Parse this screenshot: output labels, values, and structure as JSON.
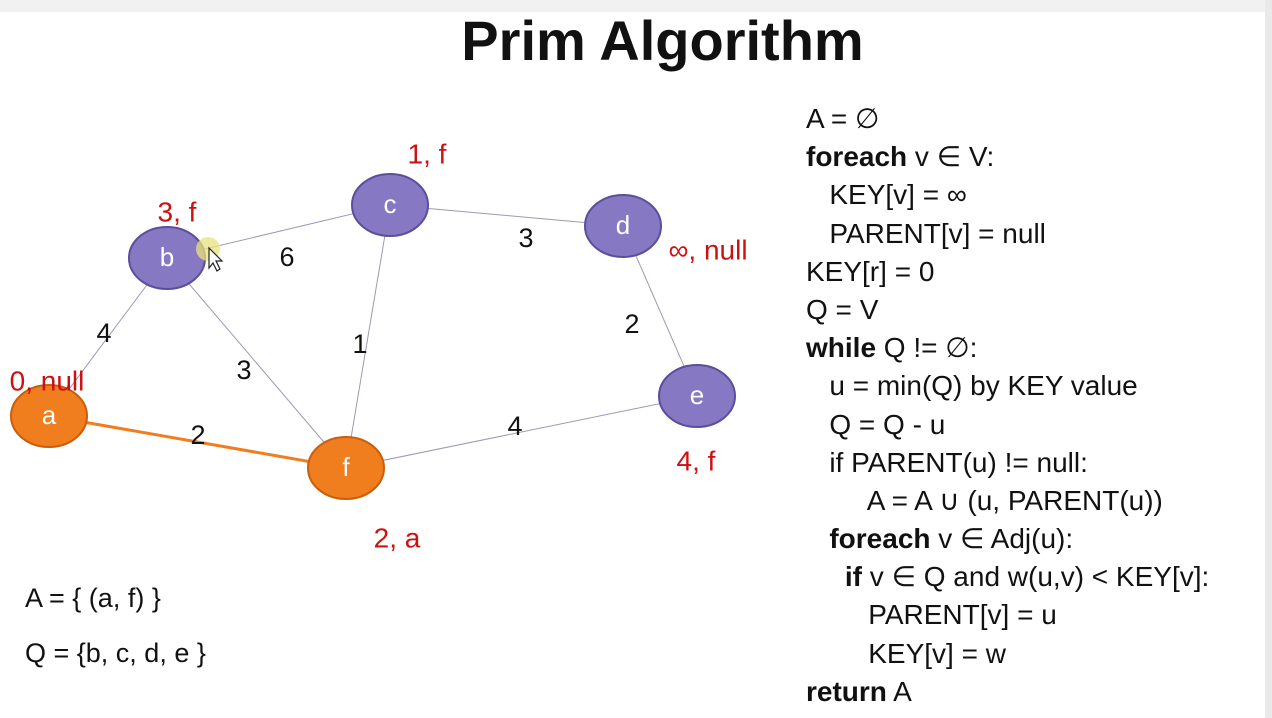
{
  "title": "Prim Algorithm",
  "colors": {
    "tree_node": "#f07d1e",
    "queue_node": "#8678c3",
    "key_text": "#cc1111",
    "tree_edge": "#f07d1e"
  },
  "nodes": [
    {
      "id": "a",
      "label": "a",
      "key": "0, null",
      "in_tree": true
    },
    {
      "id": "b",
      "label": "b",
      "key": "3, f",
      "in_tree": false
    },
    {
      "id": "c",
      "label": "c",
      "key": "1, f",
      "in_tree": false
    },
    {
      "id": "d",
      "label": "d",
      "key": "∞, null",
      "in_tree": false
    },
    {
      "id": "e",
      "label": "e",
      "key": "4, f",
      "in_tree": false
    },
    {
      "id": "f",
      "label": "f",
      "key": "2, a",
      "in_tree": true
    }
  ],
  "edges": [
    {
      "from": "a",
      "to": "b",
      "weight": "4",
      "in_tree": false
    },
    {
      "from": "a",
      "to": "f",
      "weight": "2",
      "in_tree": true
    },
    {
      "from": "b",
      "to": "c",
      "weight": "6",
      "in_tree": false
    },
    {
      "from": "b",
      "to": "f",
      "weight": "3",
      "in_tree": false
    },
    {
      "from": "c",
      "to": "f",
      "weight": "1",
      "in_tree": false
    },
    {
      "from": "c",
      "to": "d",
      "weight": "3",
      "in_tree": false
    },
    {
      "from": "d",
      "to": "e",
      "weight": "2",
      "in_tree": false
    },
    {
      "from": "f",
      "to": "e",
      "weight": "4",
      "in_tree": false
    }
  ],
  "sets": {
    "A": "A = { (a, f)  }",
    "Q": "Q = {b, c, d, e }"
  },
  "pseudocode": [
    {
      "kw": "",
      "text": "A = ∅"
    },
    {
      "kw": "foreach",
      "text": " v ∈ V:"
    },
    {
      "kw": "",
      "text": "   KEY[v] = ∞"
    },
    {
      "kw": "",
      "text": "   PARENT[v] = null"
    },
    {
      "kw": "",
      "text": "KEY[r] = 0"
    },
    {
      "kw": "",
      "text": "Q = V"
    },
    {
      "kw": "while",
      "text": " Q != ∅:"
    },
    {
      "kw": "",
      "text": "   u = min(Q) by KEY value"
    },
    {
      "kw": "",
      "text": "   Q = Q - u"
    },
    {
      "kw": "",
      "text": "   if PARENT(u) != null:"
    },
    {
      "kw": "",
      "text": "        A = A ∪ (u, PARENT(u))"
    },
    {
      "kw": "   foreach",
      "text": " v ∈ Adj(u):"
    },
    {
      "kw": "     if",
      "text": " v ∈ Q and w(u,v) < KEY[v]:"
    },
    {
      "kw": "",
      "text": "        PARENT[v] = u"
    },
    {
      "kw": "",
      "text": "        KEY[v] = w"
    },
    {
      "kw": "return",
      "text": " A"
    }
  ]
}
